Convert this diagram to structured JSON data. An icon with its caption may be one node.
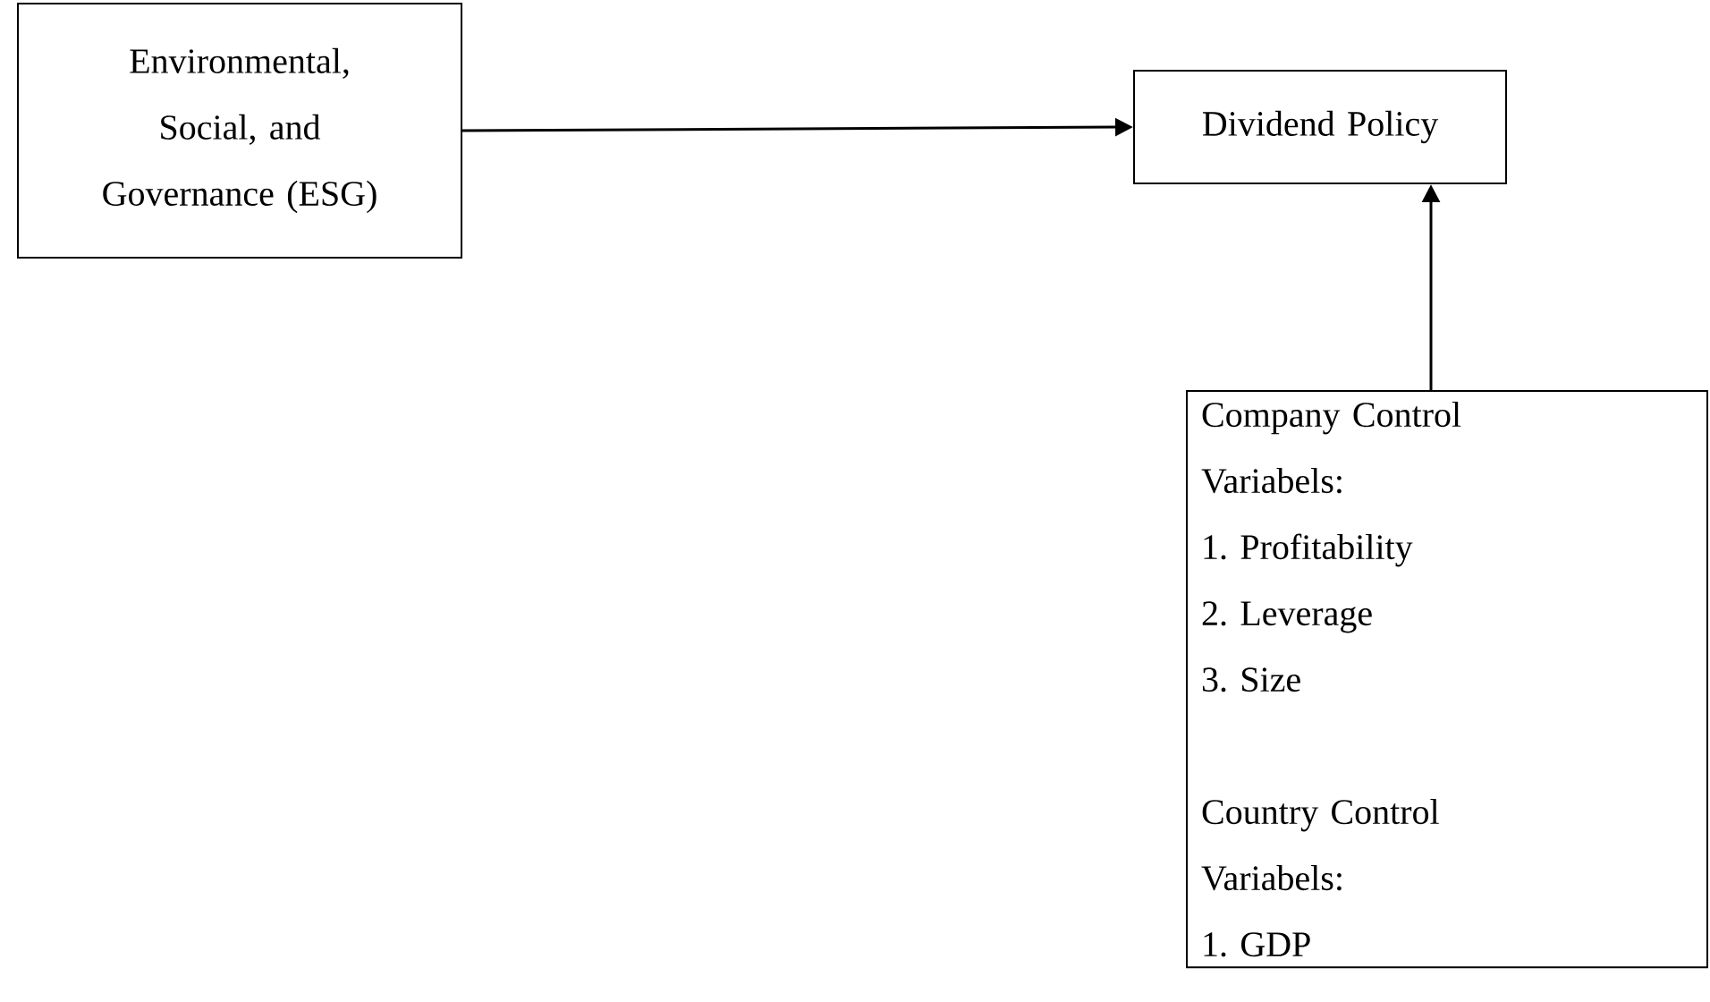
{
  "diagram": {
    "nodes": [
      {
        "text": [
          "Environmental, Social, and Governance (ESG)"
        ]
      },
      {
        "text": [
          "Dividend Policy"
        ]
      },
      {
        "text": [
          "Company Control Variabels:",
          "1. Profitability",
          "2. Leverage",
          "3. Size",
          "Country Control Variabels:",
          "1. GDP"
        ]
      }
    ],
    "edges": [
      {
        "from": 0,
        "to": 1,
        "arrow": "to"
      },
      {
        "from": 2,
        "to": 1,
        "arrow": "to"
      }
    ]
  }
}
